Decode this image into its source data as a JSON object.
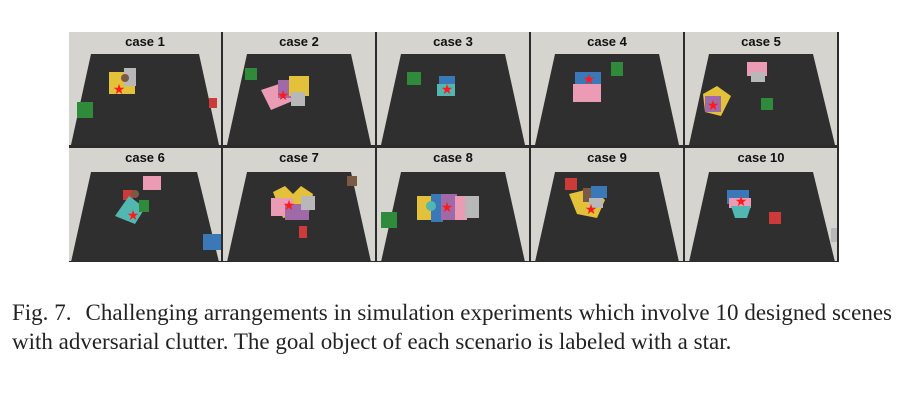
{
  "figure": {
    "panels": [
      {
        "label": "case 1"
      },
      {
        "label": "case 2"
      },
      {
        "label": "case 3"
      },
      {
        "label": "case 4"
      },
      {
        "label": "case 5"
      },
      {
        "label": "case 6"
      },
      {
        "label": "case 7"
      },
      {
        "label": "case 8"
      },
      {
        "label": "case 9"
      },
      {
        "label": "case 10"
      }
    ],
    "colors": {
      "floor": "#d8d6d2",
      "table": "#2f2f2f",
      "yellow": "#e3c13a",
      "pink": "#ec9bb5",
      "purple": "#a06aa8",
      "blue": "#3a78b8",
      "teal": "#52b7b0",
      "green": "#2f8a3c",
      "red": "#cc3a3a",
      "gray": "#b8b8b8",
      "brown": "#7a5a45",
      "star": "#ff1a1a"
    }
  },
  "caption": {
    "figure_number": "Fig. 7.",
    "text": "Challenging arrangements in simulation experiments which involve 10 designed scenes with adversarial clutter. The goal object of each scenario is labeled with a star."
  }
}
